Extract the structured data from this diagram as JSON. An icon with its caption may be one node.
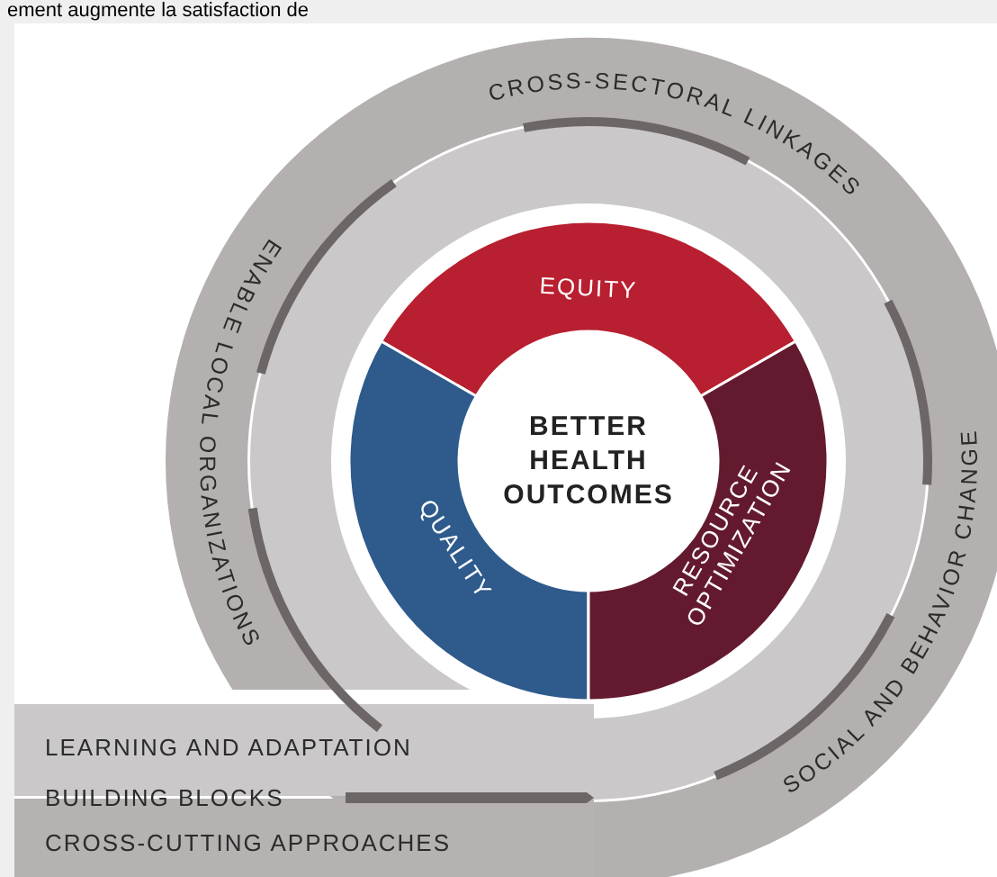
{
  "diagram": {
    "nodes": [
      {
        "text": [
          "EQUITY"
        ]
      },
      {
        "text": [
          "QUALITY"
        ]
      },
      {
        "text": [
          "RESOURCE OPTIMIZATION"
        ]
      },
      {
        "text": [
          "BETTER HEALTH OUTCOMES"
        ]
      }
    ],
    "labels": [
      "ement augmente la satisfaction de",
      "CROSS-SECTORAL LINKAGES",
      "ENABLE LOCAL ORGANIZATIONS",
      "SOCIAL AND BEHAVIOR CHANGE",
      "LEARNING AND ADAPTATION",
      "BUILDING BLOCKS",
      "CROSS-CUTTING APPROACHES"
    ]
  }
}
